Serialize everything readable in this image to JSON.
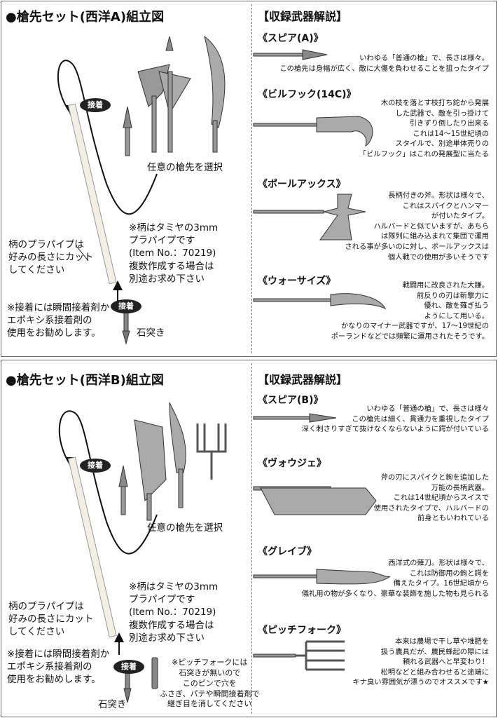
{
  "panel_a": {
    "title": "●槍先セット(西洋A)組立図",
    "badge_top": "接着",
    "badge_bottom": "接着",
    "select_label": "任意の槍先を選択",
    "tip_label": "石突き",
    "pipe_note": "※柄はタミヤの3mm\nプラパイプです\n(Item No.：70219)\n複数作成する場合は\n別途お求め下さい",
    "cut_note": "柄のプラパイプは\n好みの長さにカット\nしてください",
    "glue_note": "※接着には瞬間接着剤か\nエポキシ系接着剤の\n使用をお勧めします。",
    "section_header": "【収録武器解説】",
    "weapons": [
      {
        "name": "《スピア(A)》",
        "desc": "いわゆる「普通の槍」で、長さは様々。\nこの槍先は身幅が広く、敵に大傷を負わせることを狙ったタイプ"
      },
      {
        "name": "《ビルフック(14C)》",
        "desc": "木の枝を落とす枝打ち鉈から発展\nした武器で、敵を引っ掛けて\n引きずり倒したり出来る\nこれは14〜15世紀頃の\nスタイルで、別途単体売りの\n「ビルフック」はこれの発展型に当たる"
      },
      {
        "name": "《ポールアックス》",
        "desc": "長柄付きの斧。形状は様々で、\nこれはスパイクとハンマー\nが付いたタイプ。\nハルバードと似ていますが、あちら\nは隊列に組み込まれて集団で運用\nされる事が多いのに対し、ポールアックスは\n個人戦での使用が多いそうです"
      },
      {
        "name": "《ウォーサイズ》",
        "desc": "戦闘用に改良された大鎌。\n前反りの刃は斬撃力に\n優れ、敵を薙ぎ払う\nようにして用いる。\nかなりのマイナー武器ですが、17〜19世紀の\nポーランドなどでは頻繁に運用されたそうです。"
      }
    ]
  },
  "panel_b": {
    "title": "●槍先セット(西洋B)組立図",
    "badge_top": "接着",
    "badge_bottom": "接着",
    "select_label": "任意の槍先を選択",
    "tip_label": "石突き",
    "pipe_note": "※柄はタミヤの3mm\nプラパイプです\n(Item No.：70219)\n複数作成する場合は\n別途お求め下さい",
    "cut_note": "柄のプラパイプは\n好みの長さにカット\nしてください",
    "glue_note": "※接着には瞬間接着剤か\nエポキシ系接着剤の\n使用をお勧めします。",
    "pitchfork_note": "※ピッチフォークには\n石突きが無いので\nこのピンで穴を\nふさぎ、パテや瞬間接着剤で\n継ぎ目を消してください",
    "section_header": "【収録武器解説】",
    "weapons": [
      {
        "name": "《スピア(B)》",
        "desc": "いわゆる「普通の槍」で、長さは様々\nこの槍先は細く、貫通力を重視したタイプ\n深く刺さりすぎて抜けなくならないように鍔が付いている"
      },
      {
        "name": "《ヴォウジェ》",
        "desc": "斧の刃にスパイクと鉤を追加した\n万能の長柄武器。\nこれは14世紀頃からスイスで\n使用されたタイプで、ハルバードの\n前身ともいわれている"
      },
      {
        "name": "《グレイブ》",
        "desc": "西洋式の薙刀。形状は様々で、\nこれは防御用の鉤と鍔を\n備えたタイプ。16世紀頃から\n儀礼用の物が多くなり、豪華な装飾を施した物も見られる"
      },
      {
        "name": "《ピッチフォーク》",
        "desc": "本来は農場で干し草や堆肥を\n扱う農具だが、農民蜂起の際には\n頼れる武器へと早変わり！\n松明などと組み合わせると途端に\nキナ臭い雰囲気が漂うのでオススメです★"
      }
    ]
  }
}
